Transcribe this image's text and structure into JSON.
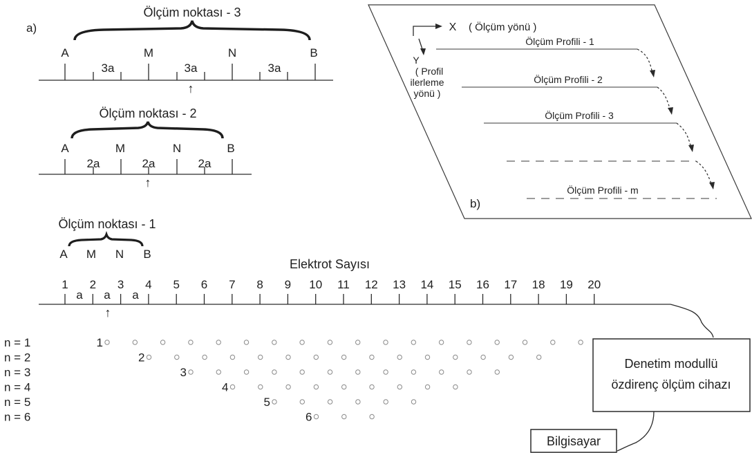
{
  "panel_a": {
    "label": "a)",
    "configs": [
      {
        "title": "Ölçüm noktası - 3",
        "electrodes": [
          "A",
          "M",
          "N",
          "B"
        ],
        "spacings": [
          "3a",
          "3a",
          "3a"
        ],
        "arrow": "↑"
      },
      {
        "title": "Ölçüm noktası - 2",
        "electrodes": [
          "A",
          "M",
          "N",
          "B"
        ],
        "spacings": [
          "2a",
          "2a",
          "2a"
        ],
        "arrow": "↑"
      },
      {
        "title": "Ölçüm noktası - 1",
        "electrodes": [
          "A",
          "M",
          "N",
          "B"
        ]
      }
    ]
  },
  "electrode_line": {
    "title": "Elektrot Sayısı",
    "numbers": [
      "1",
      "2",
      "3",
      "4",
      "5",
      "6",
      "7",
      "8",
      "9",
      "10",
      "11",
      "12",
      "13",
      "14",
      "15",
      "16",
      "17",
      "18",
      "19",
      "20"
    ],
    "spacings": [
      "a",
      "a",
      "a"
    ],
    "arrow": "↑"
  },
  "pseudosection": {
    "levels": [
      {
        "label": "n = 1",
        "number": "1",
        "points": 18
      },
      {
        "label": "n = 2",
        "number": "2",
        "points": 15
      },
      {
        "label": "n = 3",
        "number": "3",
        "points": 12
      },
      {
        "label": "n = 4",
        "number": "4",
        "points": 9
      },
      {
        "label": "n = 5",
        "number": "5",
        "points": 6
      },
      {
        "label": "n = 6",
        "number": "6",
        "points": 3
      }
    ],
    "point_glyph": "○"
  },
  "panel_b": {
    "label": "b)",
    "x_axis": "X",
    "x_note": "( Ölçüm yönü )",
    "y_axis": "Y",
    "y_note": [
      "( Profil",
      "ilerleme",
      "yönü )"
    ],
    "profiles": [
      "Ölçüm Profili - 1",
      "Ölçüm Profili - 2",
      "Ölçüm Profili - 3",
      "",
      "Ölçüm Profili - m"
    ]
  },
  "devices": {
    "controller_lines": [
      "Denetim modullü",
      "özdirenç ölçüm cihazı"
    ],
    "computer": "Bilgisayar"
  }
}
